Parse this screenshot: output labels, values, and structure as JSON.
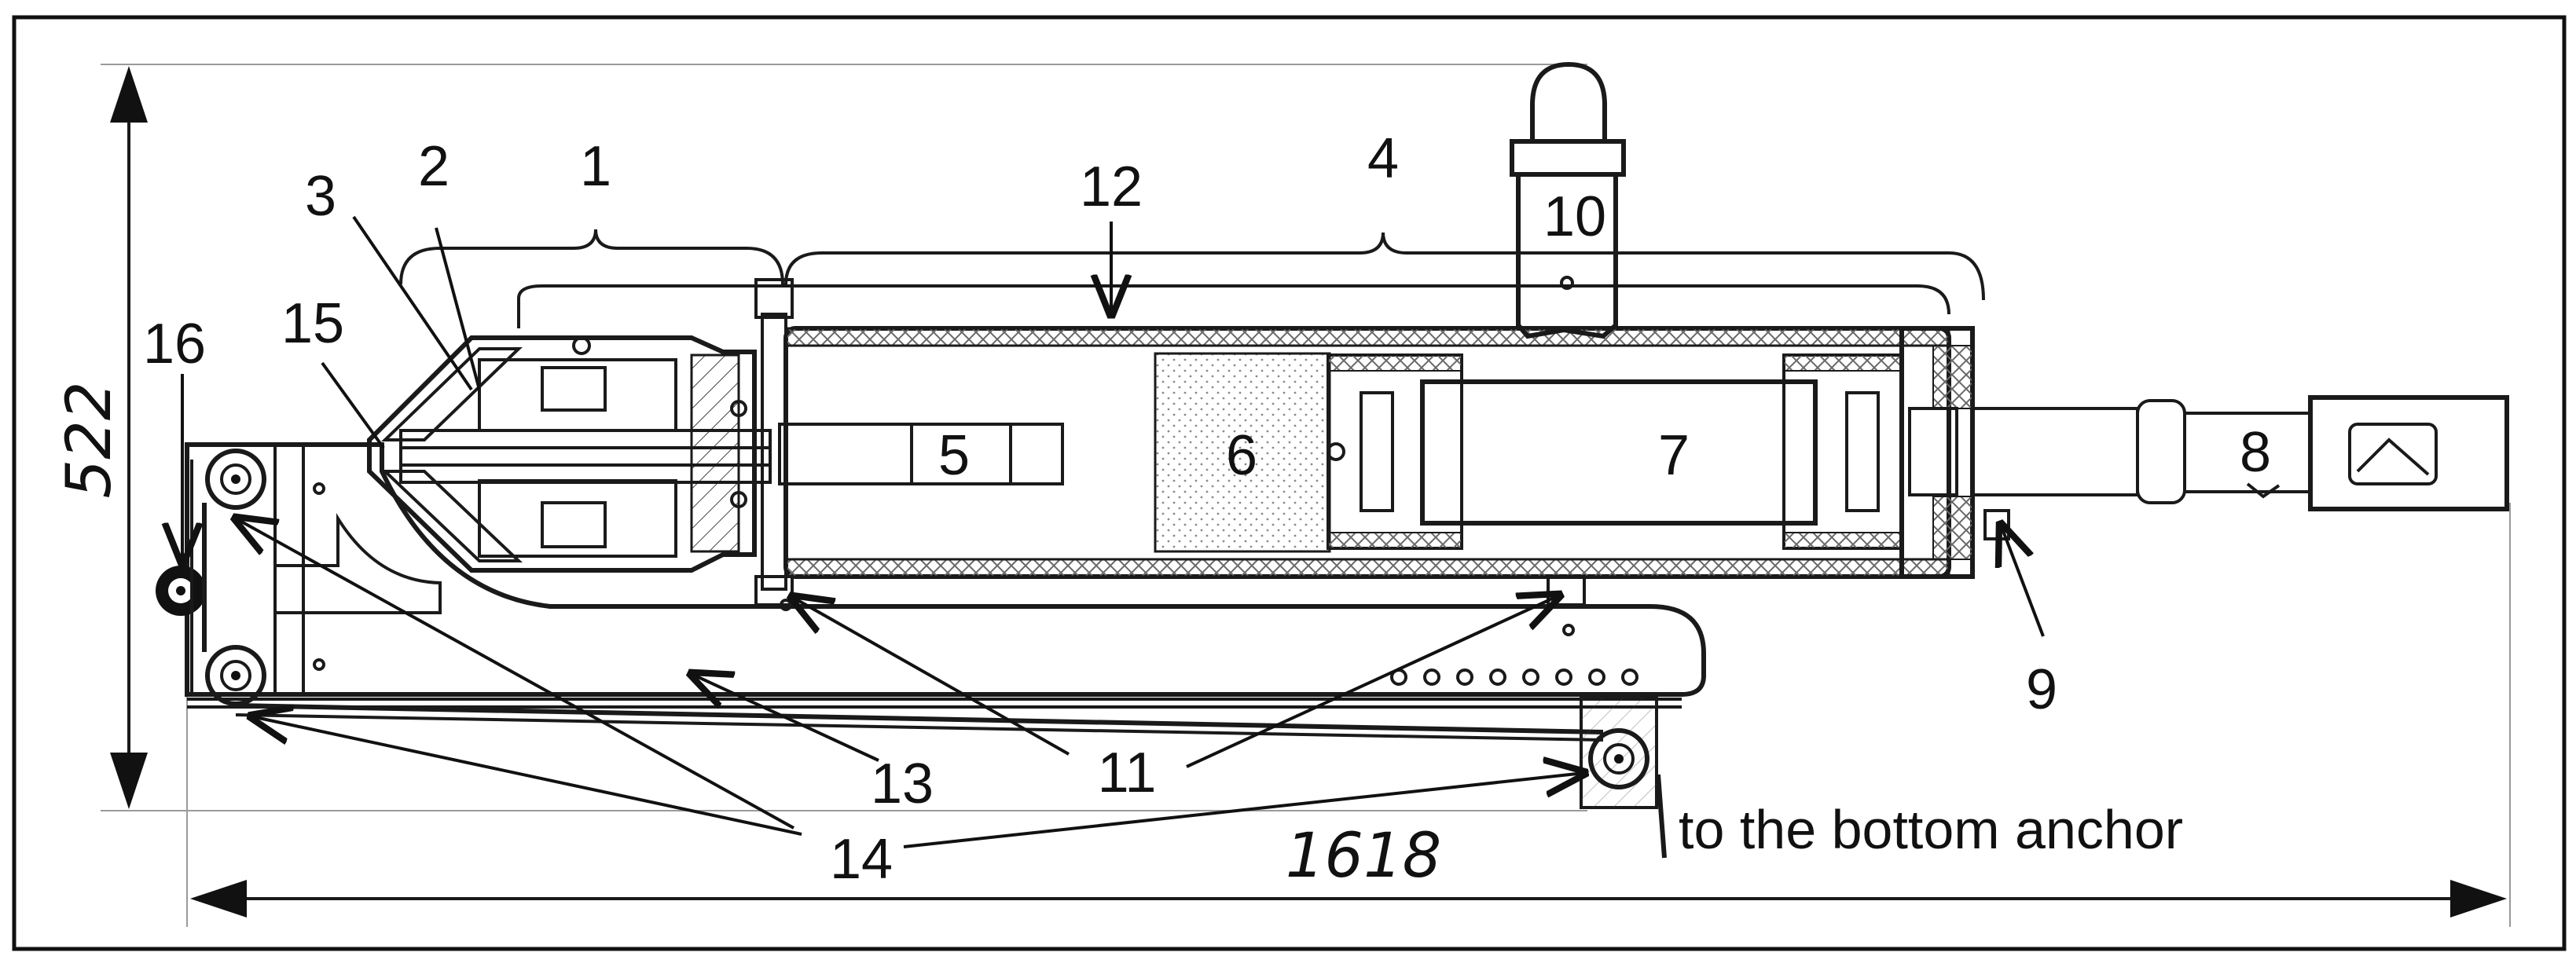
{
  "dimensions": {
    "height_label": "522",
    "length_label": "1618"
  },
  "callouts": {
    "c1": "1",
    "c2": "2",
    "c3": "3",
    "c4": "4",
    "c5": "5",
    "c6": "6",
    "c7": "7",
    "c8": "8",
    "c9": "9",
    "c10": "10",
    "c11": "11",
    "c12": "12",
    "c13": "13",
    "c14": "14",
    "c15": "15",
    "c16": "16"
  },
  "annotation": "to the bottom anchor"
}
